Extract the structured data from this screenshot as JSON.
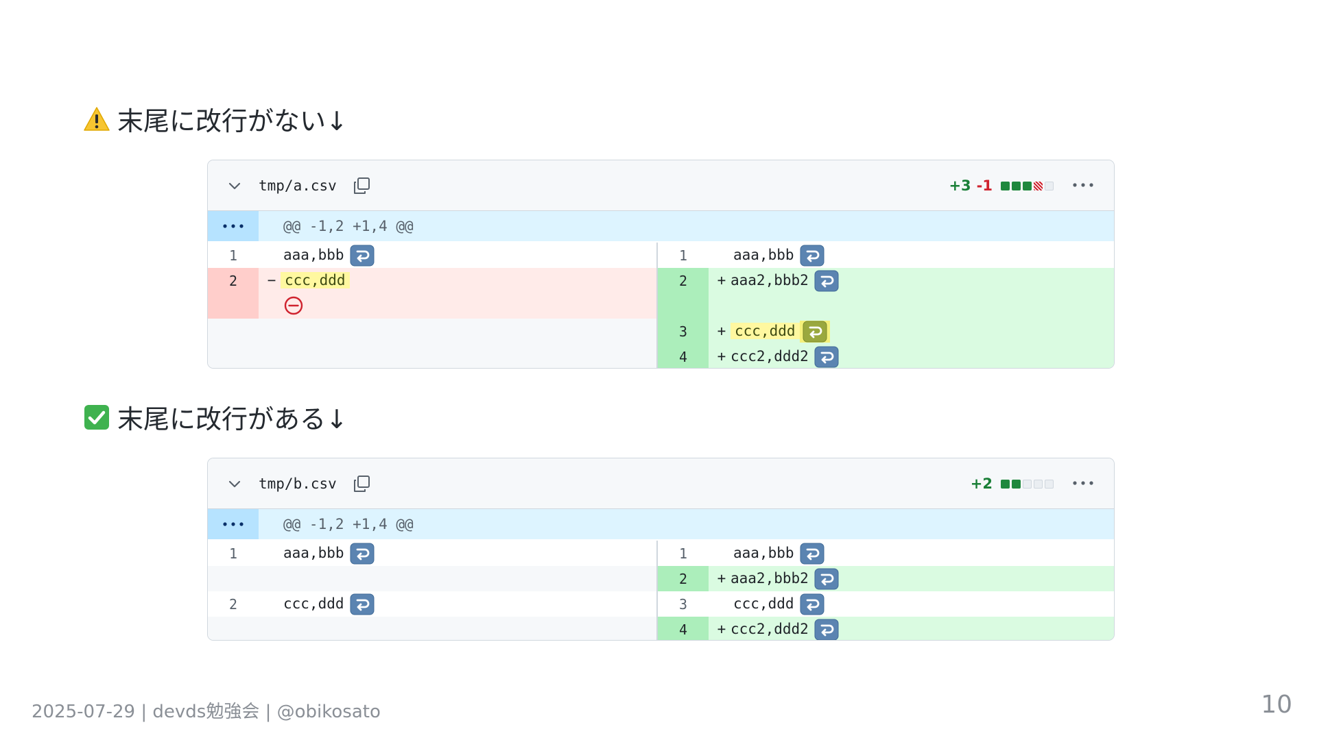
{
  "slide": {
    "footer": "2025-07-29 | devds勉強会 | @obikosato",
    "page_number": "10"
  },
  "section_a": {
    "title": "末尾に改行がない↓",
    "icon": "warning-icon",
    "file": {
      "name": "tmp/a.csv",
      "additions": "+3",
      "deletions": "-1",
      "hunk": "@@ -1,2 +1,4 @@",
      "left": [
        {
          "num": "1",
          "sign": "",
          "text": "aaa,bbb"
        },
        {
          "num": "2",
          "sign": "−",
          "text": "ccc,ddd"
        }
      ],
      "right": [
        {
          "num": "1",
          "sign": "",
          "text": "aaa,bbb"
        },
        {
          "num": "2",
          "sign": "+",
          "text": "aaa2,bbb2"
        },
        {
          "num": "3",
          "sign": "+",
          "text": "ccc,ddd"
        },
        {
          "num": "4",
          "sign": "+",
          "text": "ccc2,ddd2"
        }
      ]
    }
  },
  "section_b": {
    "title": "末尾に改行がある↓",
    "icon": "check-mark-icon",
    "file": {
      "name": "tmp/b.csv",
      "additions": "+2",
      "hunk": "@@ -1,2 +1,4 @@",
      "left": [
        {
          "num": "1",
          "sign": "",
          "text": "aaa,bbb"
        },
        {
          "num": "2",
          "sign": "",
          "text": "ccc,ddd"
        }
      ],
      "right": [
        {
          "num": "1",
          "sign": "",
          "text": "aaa,bbb"
        },
        {
          "num": "2",
          "sign": "+",
          "text": "aaa2,bbb2"
        },
        {
          "num": "3",
          "sign": "",
          "text": "ccc,ddd"
        },
        {
          "num": "4",
          "sign": "+",
          "text": "ccc2,ddd2"
        }
      ]
    }
  },
  "colors": {
    "added_line": "#dafbe1",
    "added_num": "#aceebb",
    "deleted_line": "#ffebe9",
    "deleted_num": "#ffcecb",
    "hunk_bg": "#ddf4ff",
    "highlight": "#fff8a0"
  }
}
